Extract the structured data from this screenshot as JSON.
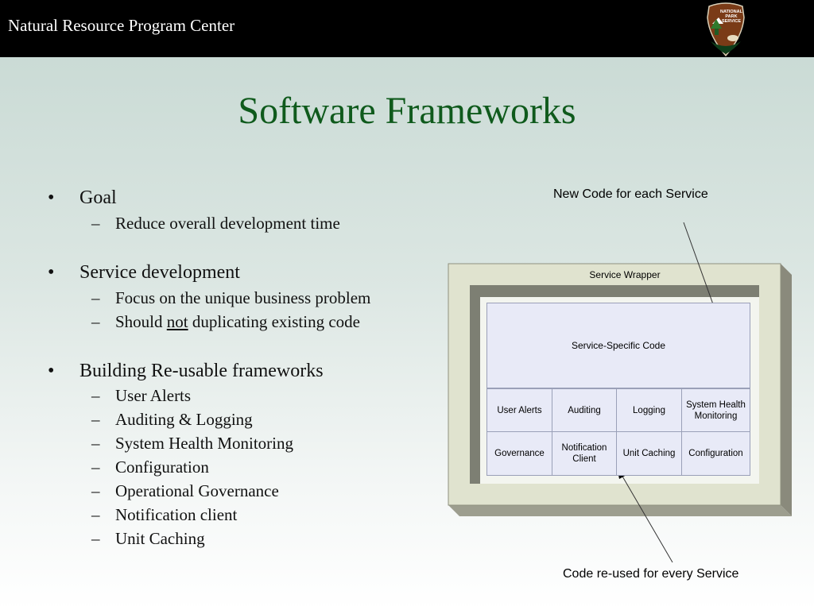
{
  "header": {
    "org_name": "Natural Resource Program Center",
    "logo_text": [
      "NATIONAL",
      "PARK",
      "SERVICE"
    ]
  },
  "slide": {
    "title": "Software Frameworks",
    "bullets": [
      {
        "text": "Goal",
        "sub": [
          "Reduce overall development time"
        ]
      },
      {
        "text": "Service development",
        "sub": [
          "Focus on the unique business problem",
          "Should not duplicating existing code"
        ]
      },
      {
        "text": "Building Re-usable frameworks",
        "sub": [
          "User Alerts",
          "Auditing & Logging",
          "System Health Monitoring",
          "Configuration",
          "Operational Governance",
          "Notification client",
          "Unit Caching"
        ]
      }
    ],
    "should_parts": {
      "before": "Should ",
      "emphasis": "not",
      "after": " duplicating existing code"
    },
    "bullet_marker": "•",
    "sub_marker": "–"
  },
  "diagram": {
    "callout_top": "New Code for each Service",
    "callout_bottom": "Code re-used for every Service",
    "wrapper_label": "Service Wrapper",
    "specific_label": "Service-Specific Code",
    "row1": [
      "User Alerts",
      "Auditing",
      "Logging",
      "System Health Monitoring"
    ],
    "row2": [
      "Governance",
      "Notification Client",
      "Unit Caching",
      "Configuration"
    ],
    "colors": {
      "outer_face": "#e0e3cf",
      "outer_side": "#8a8a7c",
      "inner_shadow": "#7d7f73",
      "inner_face": "#f3f5ef",
      "cell_fill": "#e8eaf7",
      "title_green": "#0f5a1c"
    }
  }
}
